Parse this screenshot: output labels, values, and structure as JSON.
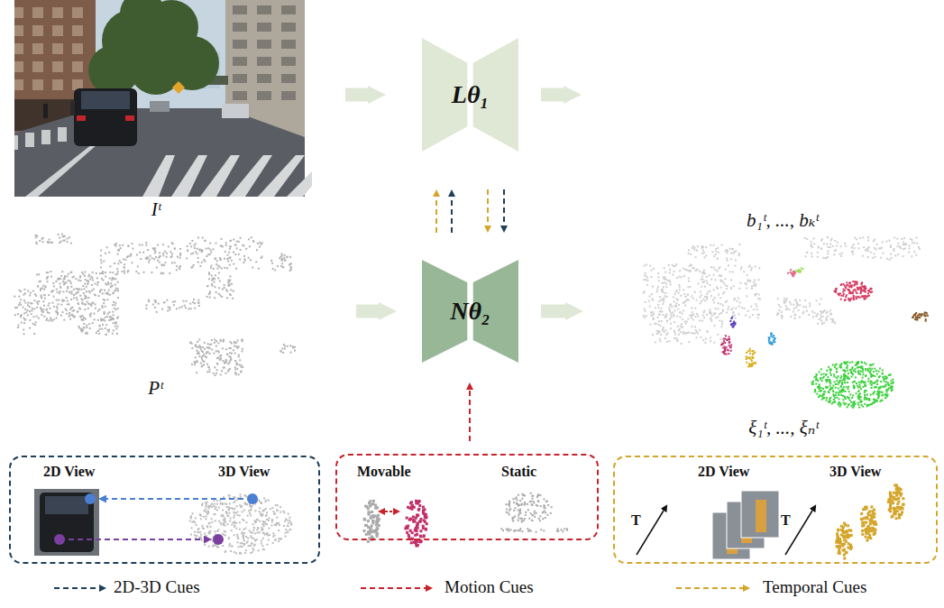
{
  "diagram": {
    "nodes": [
      {
        "text": [
          "Iᵗ"
        ]
      },
      {
        "text": [
          "Lθ₁"
        ]
      },
      {
        "text": [
          "b₁ᵗ, ..., bₖᵗ"
        ]
      },
      {
        "text": [
          "Pᵗ"
        ]
      },
      {
        "text": [
          "Nθ₂"
        ]
      },
      {
        "text": [
          "ξ₁ᵗ, ..., ξₙᵗ"
        ]
      },
      {
        "text": [
          "2D View",
          "3D View"
        ]
      },
      {
        "text": [
          "Movable",
          "Static"
        ]
      },
      {
        "text": [
          "2D View",
          "3D View",
          "T",
          "T"
        ]
      }
    ],
    "edges": [
      {
        "from": 0,
        "to": 1,
        "arrow": "to"
      },
      {
        "from": 1,
        "to": 2,
        "arrow": "to"
      },
      {
        "from": 3,
        "to": 4,
        "arrow": "to"
      },
      {
        "from": 4,
        "to": 5,
        "arrow": "to"
      },
      {
        "from": 7,
        "to": 4,
        "arrow": "to"
      },
      {
        "from": 4,
        "to": 1,
        "arrow": "to"
      },
      {
        "from": 4,
        "to": 1,
        "arrow": "to"
      },
      {
        "from": 1,
        "to": 4,
        "arrow": "to"
      },
      {
        "from": 1,
        "to": 4,
        "arrow": "to"
      }
    ],
    "legend": [
      {
        "text": "2D-3D Cues"
      },
      {
        "text": "Motion Cues"
      },
      {
        "text": "Temporal Cues"
      }
    ]
  }
}
